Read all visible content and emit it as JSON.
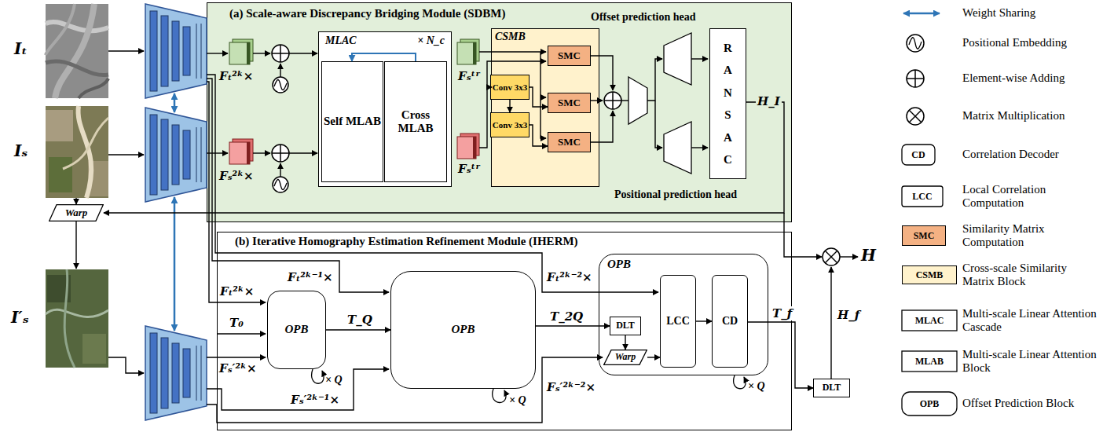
{
  "diagram": {
    "nodes": [
      {
        "text": [
          "(a) Scale-aware Discrepancy Bridging Module (SDBM)"
        ]
      },
      {
        "text": [
          "MLAC",
          "× N_c"
        ],
        "in": 0
      },
      {
        "text": [
          "Self MLAB"
        ],
        "in": 1
      },
      {
        "text": [
          "Cross MLAB"
        ],
        "in": 1
      },
      {
        "text": [
          "CSMB"
        ],
        "in": 0
      },
      {
        "text": [
          "Conv 3x3"
        ],
        "in": 4
      },
      {
        "text": [
          "Conv 3x3"
        ],
        "in": 4
      },
      {
        "text": [
          "SMC"
        ],
        "in": 4
      },
      {
        "text": [
          "SMC"
        ],
        "in": 4
      },
      {
        "text": [
          "SMC"
        ],
        "in": 4
      },
      {
        "text": [
          "RANSAC"
        ],
        "in": 0
      },
      {
        "text": [
          "Warp"
        ]
      },
      {
        "text": [
          "(b) Iterative Homography Estimation Refinement Module (IHERM)"
        ]
      },
      {
        "text": [
          "OPB"
        ],
        "in": 12
      },
      {
        "text": [
          "OPB"
        ],
        "in": 12
      },
      {
        "text": [
          "OPB"
        ],
        "in": 12
      },
      {
        "text": [
          "DLT"
        ],
        "in": 15
      },
      {
        "text": [
          "Warp"
        ],
        "in": 15
      },
      {
        "text": [
          "LCC"
        ],
        "in": 15
      },
      {
        "text": [
          "CD"
        ],
        "in": 15
      },
      {
        "text": [
          "DLT"
        ]
      }
    ],
    "edges": [
      {
        "from": 3,
        "to": 2,
        "arrow": "to"
      },
      {
        "from": 5,
        "to": 6,
        "arrow": "to"
      },
      {
        "from": 5,
        "to": 8,
        "arrow": "to"
      },
      {
        "from": 6,
        "to": 9,
        "arrow": "to"
      },
      {
        "from": 10,
        "to": 11,
        "label": "H_I",
        "arrow": "to"
      },
      {
        "from": 13,
        "to": 14,
        "label": "T_Q",
        "arrow": "to"
      },
      {
        "from": 14,
        "to": 16,
        "label": "T_2Q",
        "arrow": "to"
      },
      {
        "from": 16,
        "to": 17,
        "arrow": "to"
      },
      {
        "from": 17,
        "to": 18,
        "arrow": "to"
      },
      {
        "from": 18,
        "to": 19,
        "arrow": "to"
      },
      {
        "from": 19,
        "to": 20,
        "label": "T_f",
        "arrow": "to"
      }
    ],
    "labels": [
      "Iₜ",
      "Iₛ",
      "I′ₛ",
      "Fₜ²ᵏ×",
      "Fₛ²ᵏ×",
      "Fₛᵗʳ",
      "Fₛᵗʳ",
      "Offset prediction head",
      "Positional prediction head",
      "H",
      "H_f",
      "T₀",
      "Fₜ²ᵏ×",
      "Fₜ²ᵏ⁻¹×",
      "Fₜ²ᵏ⁻²×",
      "Fₛ′²ᵏ×",
      "Fₛ′²ᵏ⁻¹×",
      "Fₛ′²ᵏ⁻²×",
      "× Q",
      "× Q",
      "× Q",
      "CD",
      "LCC",
      "SMC",
      "CSMB",
      "MLAC",
      "MLAB",
      "OPB"
    ],
    "legend": [
      {
        "text": "Weight Sharing"
      },
      {
        "text": "Positional Embedding"
      },
      {
        "text": "Element-wise Adding"
      },
      {
        "text": "Matrix Multiplication"
      },
      {
        "text": "Correlation Decoder"
      },
      {
        "text": "Local Correlation Computation"
      },
      {
        "text": "Similarity Matrix Computation",
        "color": "#f4b183"
      },
      {
        "text": "Cross-scale Similarity Matrix Block",
        "color": "#fff2cc"
      },
      {
        "text": "Multi-scale Linear Attention Cascade"
      },
      {
        "text": "Multi-scale Linear Attention Block"
      },
      {
        "text": "Offset Prediction Block"
      }
    ]
  }
}
